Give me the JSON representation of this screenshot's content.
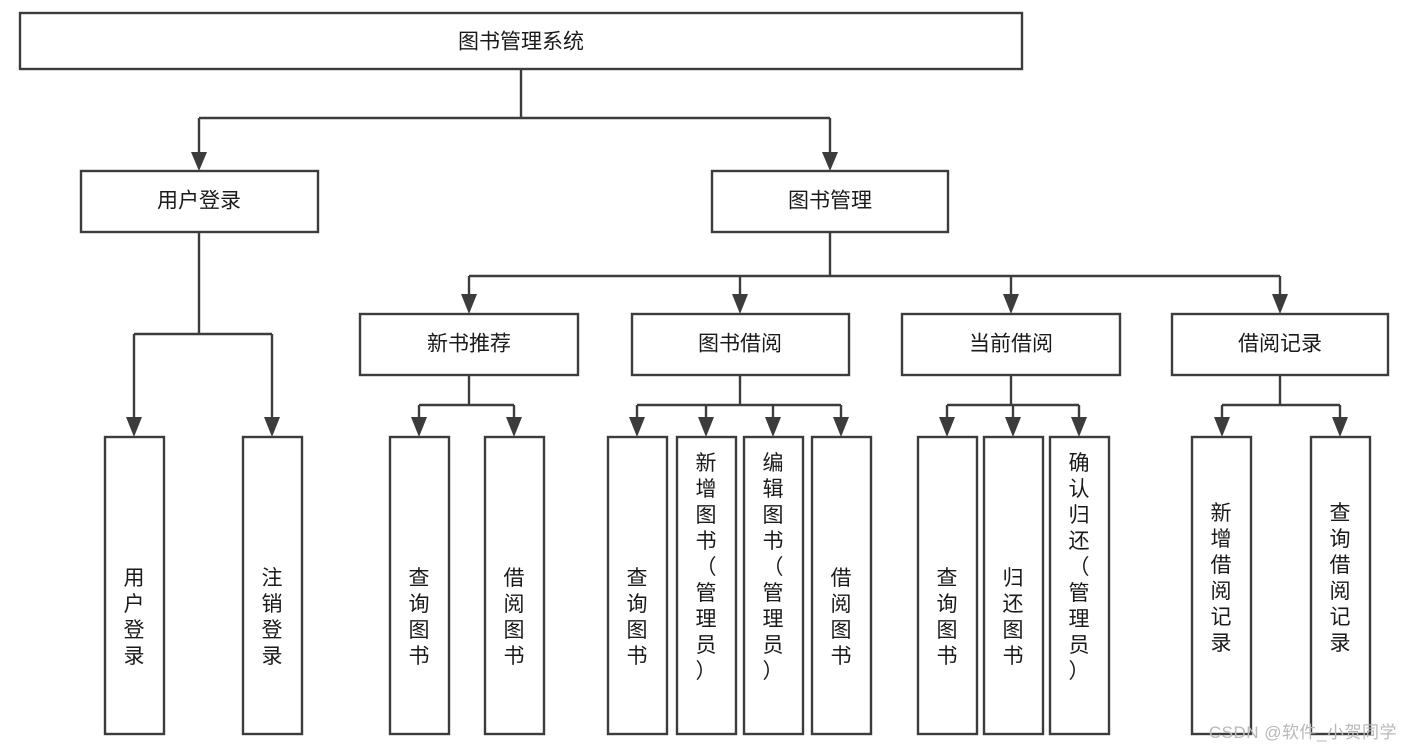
{
  "diagram": {
    "type": "tree-hierarchy-diagram",
    "title_node": {
      "id": "root",
      "label": "图书管理系统"
    },
    "colors": {
      "node_fill": "#ffffff",
      "node_stroke": "#3c3c3c",
      "text": "#1a1a1a",
      "connector": "#3c3c3c",
      "watermark": "#b8b8b8",
      "background": "#ffffff"
    },
    "level1": [
      {
        "id": "user-login",
        "label": "用户登录"
      },
      {
        "id": "book-management",
        "label": "图书管理"
      }
    ],
    "level2": [
      {
        "id": "new-book-recommend",
        "label": "新书推荐",
        "parent": "book-management"
      },
      {
        "id": "book-borrow",
        "label": "图书借阅",
        "parent": "book-management"
      },
      {
        "id": "current-borrow",
        "label": "当前借阅",
        "parent": "book-management"
      },
      {
        "id": "borrow-record",
        "label": "借阅记录",
        "parent": "book-management"
      }
    ],
    "leaves": [
      {
        "id": "leaf-user-login",
        "label": "用户登录",
        "parent": "user-login"
      },
      {
        "id": "leaf-logout",
        "label": "注销登录",
        "parent": "user-login"
      },
      {
        "id": "leaf-query-book-1",
        "label": "查询图书",
        "parent": "new-book-recommend"
      },
      {
        "id": "leaf-borrow-book-1",
        "label": "借阅图书",
        "parent": "new-book-recommend"
      },
      {
        "id": "leaf-query-book-2",
        "label": "查询图书",
        "parent": "book-borrow"
      },
      {
        "id": "leaf-add-book",
        "label": "新增图书（管理员）",
        "parent": "book-borrow"
      },
      {
        "id": "leaf-edit-book",
        "label": "编辑图书（管理员）",
        "parent": "book-borrow"
      },
      {
        "id": "leaf-borrow-book-2",
        "label": "借阅图书",
        "parent": "book-borrow"
      },
      {
        "id": "leaf-query-book-3",
        "label": "查询图书",
        "parent": "current-borrow"
      },
      {
        "id": "leaf-return-book",
        "label": "归还图书",
        "parent": "current-borrow"
      },
      {
        "id": "leaf-confirm-return",
        "label": "确认归还（管理员）",
        "parent": "current-borrow"
      },
      {
        "id": "leaf-add-record",
        "label": "新增借阅记录",
        "parent": "borrow-record"
      },
      {
        "id": "leaf-query-record",
        "label": "查询借阅记录",
        "parent": "borrow-record"
      }
    ]
  },
  "watermark": {
    "text": "CSDN @软件_小贺同学"
  }
}
